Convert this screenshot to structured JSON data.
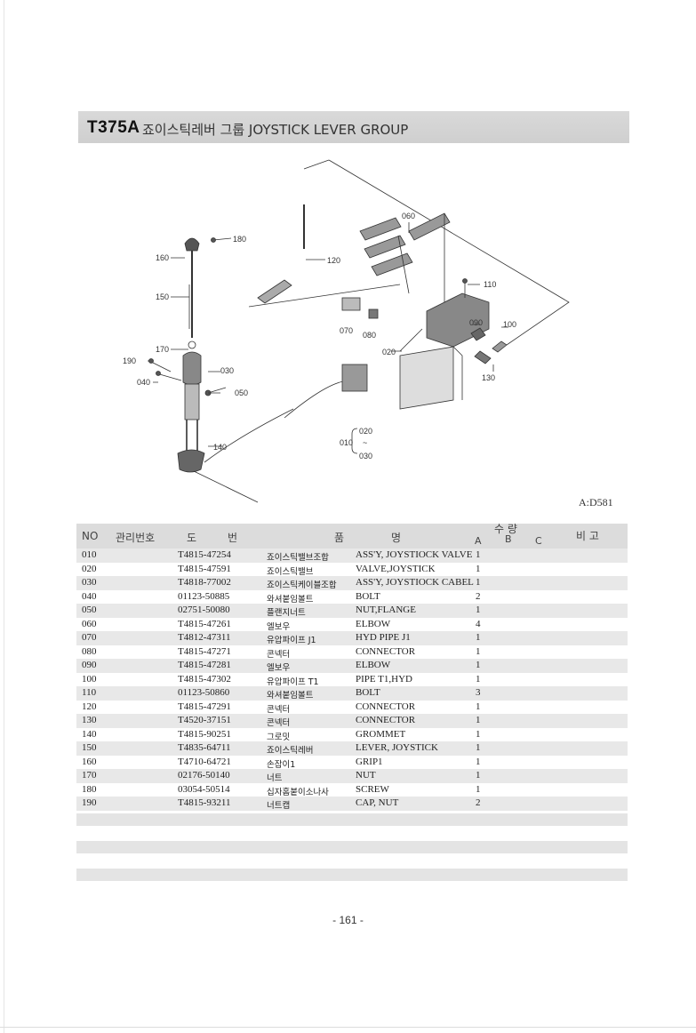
{
  "header": {
    "code": "T375A",
    "title": "죠이스틱레버 그룹  JOYSTICK LEVER GROUP"
  },
  "diagram": {
    "callouts": [
      "180",
      "160",
      "150",
      "170",
      "190",
      "040",
      "030",
      "050",
      "140",
      "120",
      "060",
      "110",
      "070",
      "080",
      "020",
      "090",
      "100",
      "130",
      "010",
      "020",
      "030",
      "~"
    ],
    "ref_code": "A:D581"
  },
  "table": {
    "headers": {
      "no": "NO",
      "mgmt": "관리번호",
      "do": "도",
      "beon": "번",
      "pum": "품",
      "myeong": "명",
      "qty": "수 량",
      "a": "A",
      "b": "B",
      "c": "C",
      "bigo": "비 고"
    },
    "rows": [
      {
        "no": "010",
        "part": "T4815-47254",
        "kname": "죠이스틱밸브조합",
        "ename": "ASS'Y, JOYSTIOCK VALVE",
        "qty": "1"
      },
      {
        "no": "020",
        "part": "T4815-47591",
        "kname": "죠이스틱밸브",
        "ename": "VALVE,JOYSTICK",
        "qty": "1"
      },
      {
        "no": "030",
        "part": "T4818-77002",
        "kname": "죠이스틱케이블조합",
        "ename": "ASS'Y, JOYSTIOCK CABEL",
        "qty": "1"
      },
      {
        "no": "040",
        "part": "01123-50885",
        "kname": "와셔붙임볼트",
        "ename": "BOLT",
        "qty": "2"
      },
      {
        "no": "050",
        "part": "02751-50080",
        "kname": "플랜지너트",
        "ename": "NUT,FLANGE",
        "qty": "1"
      },
      {
        "no": "060",
        "part": "T4815-47261",
        "kname": "엘보우",
        "ename": "ELBOW",
        "qty": "4"
      },
      {
        "no": "070",
        "part": "T4812-47311",
        "kname": "유압파이프 J1",
        "ename": "HYD PIPE J1",
        "qty": "1"
      },
      {
        "no": "080",
        "part": "T4815-47271",
        "kname": "콘넥터",
        "ename": "CONNECTOR",
        "qty": "1"
      },
      {
        "no": "090",
        "part": "T4815-47281",
        "kname": "엘보우",
        "ename": "ELBOW",
        "qty": "1"
      },
      {
        "no": "100",
        "part": "T4815-47302",
        "kname": "유압파이프 T1",
        "ename": "PIPE T1,HYD",
        "qty": "1"
      },
      {
        "no": "110",
        "part": "01123-50860",
        "kname": "와셔붙임볼트",
        "ename": "BOLT",
        "qty": "3"
      },
      {
        "no": "120",
        "part": "T4815-47291",
        "kname": "콘넥터",
        "ename": "CONNECTOR",
        "qty": "1"
      },
      {
        "no": "130",
        "part": "T4520-37151",
        "kname": "콘넥터",
        "ename": "CONNECTOR",
        "qty": "1"
      },
      {
        "no": "140",
        "part": "T4815-90251",
        "kname": "그로밋",
        "ename": "GROMMET",
        "qty": "1"
      },
      {
        "no": "150",
        "part": "T4835-64711",
        "kname": "죠이스틱레버",
        "ename": "LEVER, JOYSTICK",
        "qty": "1"
      },
      {
        "no": "160",
        "part": "T4710-64721",
        "kname": "손잡이1",
        "ename": "GRIP1",
        "qty": "1"
      },
      {
        "no": "170",
        "part": "02176-50140",
        "kname": "너트",
        "ename": "NUT",
        "qty": "1"
      },
      {
        "no": "180",
        "part": "03054-50514",
        "kname": "십자홈붙이소나사",
        "ename": "SCREW",
        "qty": "1"
      },
      {
        "no": "190",
        "part": "T4815-93211",
        "kname": "너트캡",
        "ename": "CAP, NUT",
        "qty": "2"
      }
    ]
  },
  "footer": {
    "page_number": "- 161 -"
  }
}
